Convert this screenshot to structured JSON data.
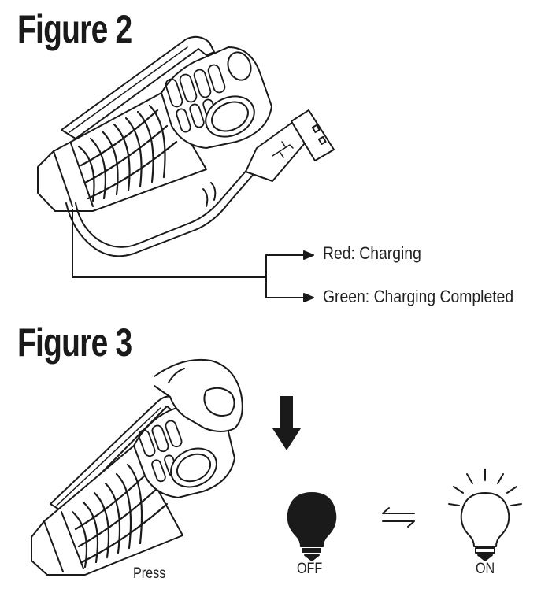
{
  "figure2": {
    "title": "Figure 2",
    "indicator_red": "Red: Charging",
    "indicator_green": "Green: Charging Completed"
  },
  "figure3": {
    "title": "Figure 3",
    "press_caption": "Press",
    "off_caption": "OFF",
    "on_caption": "ON"
  }
}
